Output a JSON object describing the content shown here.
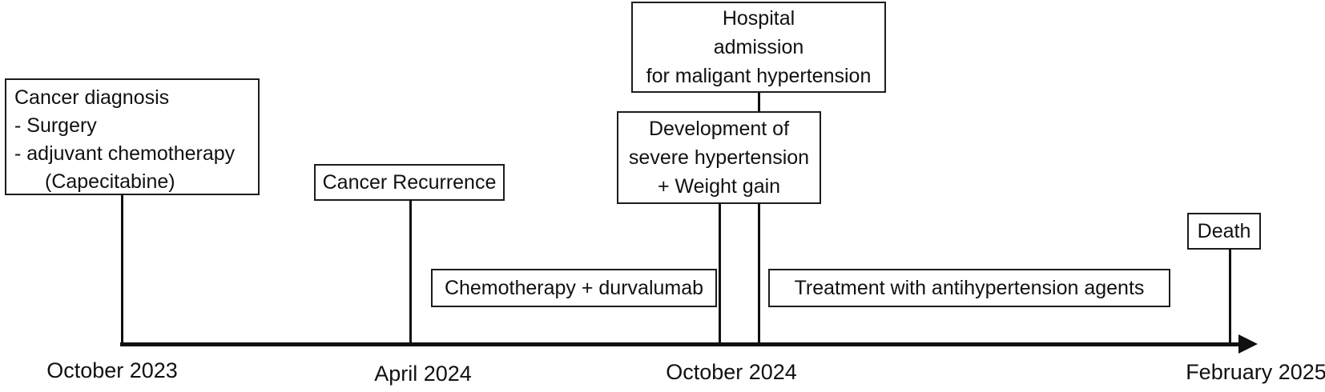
{
  "diagram": {
    "type": "timeline",
    "background_color": "#ffffff",
    "line_color": "#101010",
    "text_color": "#111111"
  },
  "events": {
    "diagnosis": {
      "line1": "Cancer diagnosis",
      "line2": "- Surgery",
      "line3": "- adjuvant chemotherapy",
      "line4": "(Capecitabine)",
      "date": "October 2023"
    },
    "recurrence": {
      "label": "Cancer Recurrence",
      "date": "April 2024"
    },
    "hospital_admission": {
      "line1": "Hospital",
      "line2": "admission",
      "line3": "for maligant hypertension"
    },
    "severe_hypertension": {
      "line1": "Development of",
      "line2": "severe hypertension",
      "line3": "+ Weight gain",
      "date": "October 2024"
    },
    "death": {
      "label": "Death",
      "date": "February 2025"
    }
  },
  "periods": {
    "chemo_durvalumab": {
      "label": "Chemotherapy + durvalumab"
    },
    "antihypertension": {
      "label": "Treatment with antihypertension agents"
    }
  },
  "axis": {
    "dates": [
      "October 2023",
      "April 2024",
      "October 2024",
      "February 2025"
    ]
  }
}
